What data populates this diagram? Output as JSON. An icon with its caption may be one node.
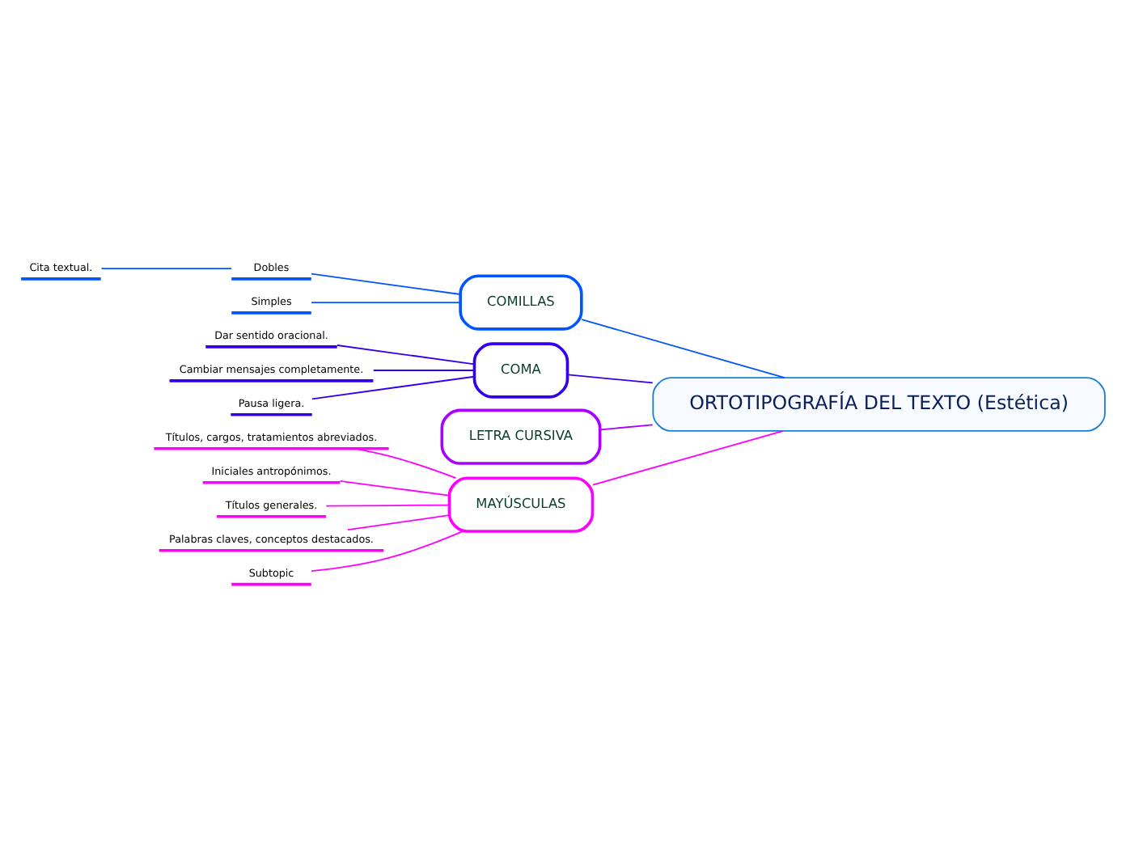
{
  "diagram": {
    "nodes": [
      {
        "text": [
          "ORTOTIPOGRAFÍA DEL TEXTO (Estética)"
        ]
      },
      {
        "text": [
          "COMILLAS"
        ]
      },
      {
        "text": [
          "Dobles"
        ]
      },
      {
        "text": [
          "Cita textual."
        ]
      },
      {
        "text": [
          "Simples"
        ]
      },
      {
        "text": [
          "COMA"
        ]
      },
      {
        "text": [
          "Dar sentido oracional."
        ]
      },
      {
        "text": [
          "Cambiar mensajes completamente."
        ]
      },
      {
        "text": [
          "Pausa ligera."
        ]
      },
      {
        "text": [
          "LETRA CURSIVA"
        ]
      },
      {
        "text": [
          "MAYÚSCULAS"
        ]
      },
      {
        "text": [
          "Títulos, cargos, tratamientos abreviados."
        ]
      },
      {
        "text": [
          "Iniciales antropónimos."
        ]
      },
      {
        "text": [
          "Títulos generales."
        ]
      },
      {
        "text": [
          "Palabras claves, conceptos destacados."
        ]
      },
      {
        "text": [
          "Subtopic"
        ]
      }
    ],
    "edges": [
      {
        "from": 0,
        "to": 1,
        "arrow": "none",
        "color": "#0055ff"
      },
      {
        "from": 1,
        "to": 2,
        "arrow": "none",
        "color": "#0055ff"
      },
      {
        "from": 2,
        "to": 3,
        "arrow": "none",
        "color": "#0055ff"
      },
      {
        "from": 1,
        "to": 4,
        "arrow": "none",
        "color": "#0055ff"
      },
      {
        "from": 0,
        "to": 5,
        "arrow": "none",
        "color": "#3300ee"
      },
      {
        "from": 5,
        "to": 6,
        "arrow": "none",
        "color": "#3300ee"
      },
      {
        "from": 5,
        "to": 7,
        "arrow": "none",
        "color": "#3300ee"
      },
      {
        "from": 5,
        "to": 8,
        "arrow": "none",
        "color": "#3300ee"
      },
      {
        "from": 0,
        "to": 9,
        "arrow": "none",
        "color": "#aa00ff"
      },
      {
        "from": 0,
        "to": 10,
        "arrow": "none",
        "color": "#ff00ff"
      },
      {
        "from": 10,
        "to": 11,
        "arrow": "none",
        "color": "#ff00ff"
      },
      {
        "from": 10,
        "to": 12,
        "arrow": "none",
        "color": "#ff00ff"
      },
      {
        "from": 10,
        "to": 13,
        "arrow": "none",
        "color": "#ff00ff"
      },
      {
        "from": 10,
        "to": 14,
        "arrow": "none",
        "color": "#ff00ff"
      },
      {
        "from": 10,
        "to": 15,
        "arrow": "none",
        "color": "#ff00ff"
      }
    ]
  }
}
